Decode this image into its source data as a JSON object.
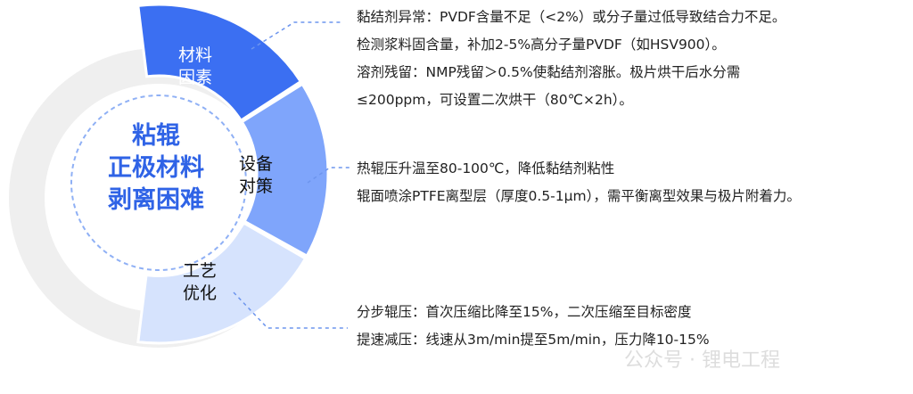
{
  "center_title": [
    "粘辊",
    "正极材料",
    "剥离困难"
  ],
  "segments": [
    {
      "label": [
        "材料",
        "因素"
      ],
      "color": "#3b6ff2"
    },
    {
      "label": [
        "设备",
        "对策"
      ],
      "color": "#7fa5fb"
    },
    {
      "label": [
        "工艺",
        "优化"
      ],
      "color": "#d6e3fd"
    }
  ],
  "details": [
    [
      "黏结剂异常：PVDF含量不足（<2%）或分子量过低导致结合力不足。",
      "检测浆料固含量，补加2-5%高分子量PVDF（如HSV900）。",
      "溶剂残留：NMP残留＞0.5%使黏结剂溶胀。极片烘干后水分需",
      "≤200ppm，可设置二次烘干（80℃×2h）。"
    ],
    [
      "热辊压升温至80-100℃，降低黏结剂粘性",
      "辊面喷涂PTFE离型层（厚度0.5-1μm），需平衡离型效果与极片附着力。"
    ],
    [
      "分步辊压：首次压缩比降至15%，二次压缩至目标密度",
      "提速减压：线速从3m/min提至5m/min，压力降10-15%"
    ]
  ],
  "watermark": "公众号 · 锂电工程"
}
